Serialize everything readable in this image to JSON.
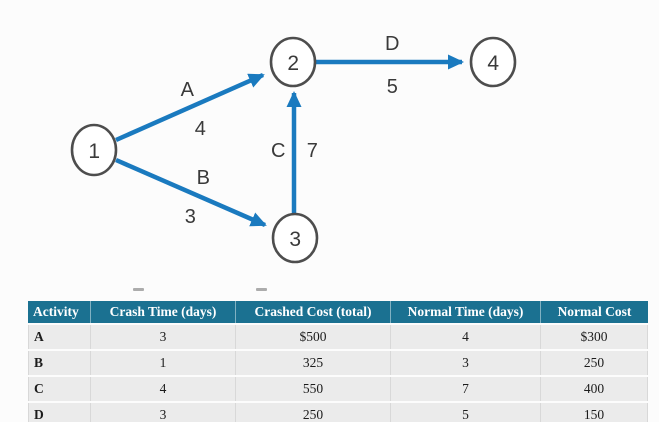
{
  "diagram": {
    "arrow_color": "#1a7abf",
    "node_stroke_color": "#4d4d4d",
    "node_fill_color": "#ffffff",
    "nodes": [
      {
        "label": "1"
      },
      {
        "label": "2"
      },
      {
        "label": "3"
      },
      {
        "label": "4"
      }
    ],
    "edges": [
      {
        "activity": "A",
        "duration": "4",
        "from": "1",
        "to": "2"
      },
      {
        "activity": "B",
        "duration": "3",
        "from": "1",
        "to": "3"
      },
      {
        "activity": "C",
        "duration": "7",
        "from": "3",
        "to": "2"
      },
      {
        "activity": "D",
        "duration": "5",
        "from": "2",
        "to": "4"
      }
    ]
  },
  "table": {
    "header_bg": "#1b7191",
    "columns": [
      "Activity",
      "Crash Time (days)",
      "Crashed Cost (total)",
      "Normal Time (days)",
      "Normal Cost"
    ],
    "rows": [
      {
        "activity": "A",
        "cells": [
          "3",
          "$500",
          "4",
          "$300"
        ]
      },
      {
        "activity": "B",
        "cells": [
          "1",
          "325",
          "3",
          "250"
        ]
      },
      {
        "activity": "C",
        "cells": [
          "4",
          "550",
          "7",
          "400"
        ]
      },
      {
        "activity": "D",
        "cells": [
          "3",
          "250",
          "5",
          "150"
        ]
      }
    ]
  }
}
